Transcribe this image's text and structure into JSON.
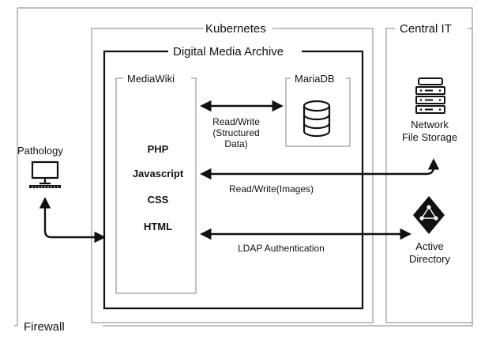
{
  "boxes": {
    "firewall": "Firewall",
    "kubernetes": "Kubernetes",
    "central_it": "Central IT",
    "digital_media_archive": "Digital Media Archive",
    "mediawiki": "MediaWiki",
    "mariadb": "MariaDB"
  },
  "nodes": {
    "pathology": "Pathology",
    "network_file_storage": [
      "Network",
      "File Storage"
    ],
    "active_directory": [
      "Active",
      "Directory"
    ]
  },
  "tech_stack": [
    "PHP",
    "Javascript",
    "CSS",
    "HTML"
  ],
  "edges": {
    "db_rw": [
      "Read/Write",
      "(Structured",
      "Data)"
    ],
    "images_rw": "Read/Write(Images)",
    "ldap": "LDAP Authentication"
  },
  "icons": {
    "pathology": "computer-monitor-icon",
    "mariadb": "database-icon",
    "network_file_storage": "server-rack-icon",
    "active_directory": "active-directory-icon"
  },
  "colors": {
    "line": "#111111",
    "box_border": "#9a9a9a",
    "background": "#ffffff"
  }
}
